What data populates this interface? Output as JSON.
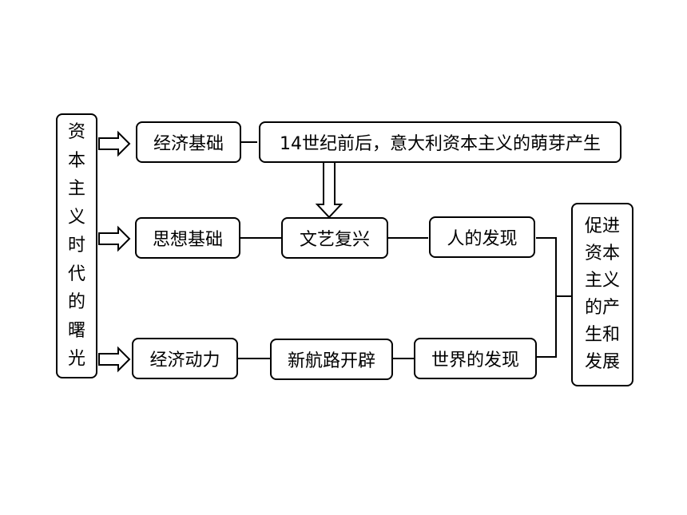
{
  "root": {
    "chars": [
      "资",
      "本",
      "主",
      "义",
      "时",
      "代",
      "的",
      "曙",
      "光"
    ]
  },
  "basis": {
    "economic": "经济基础",
    "ideological": "思想基础",
    "driving": "经济动力"
  },
  "events": {
    "sprouts": "14世纪前后，意大利资本主义的萌芽产生",
    "renaissance": "文艺复兴",
    "discovery_man": "人的发现",
    "new_routes": "新航路开辟",
    "discovery_world": "世界的发现"
  },
  "result": {
    "text": "促进资本主义的产生和发展"
  }
}
